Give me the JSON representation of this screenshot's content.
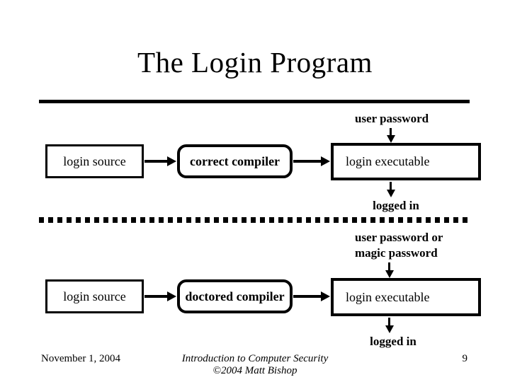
{
  "slide": {
    "title": "The Login Program"
  },
  "top_flow": {
    "input_label": "user password",
    "source_box": "login source",
    "compiler_box": "correct compiler",
    "executable_box": "login executable",
    "result_label": "logged in"
  },
  "bottom_flow": {
    "input_label_line1": "user password or",
    "input_label_line2": "magic password",
    "source_box": "login source",
    "compiler_box": "doctored compiler",
    "executable_box": "login executable",
    "result_label": "logged in"
  },
  "footer": {
    "date": "November 1, 2004",
    "course_title": "Introduction to Computer Security",
    "copyright": "©2004 Matt Bishop",
    "page_number": "9"
  },
  "colors": {
    "foreground": "#000000",
    "background": "#ffffff"
  }
}
